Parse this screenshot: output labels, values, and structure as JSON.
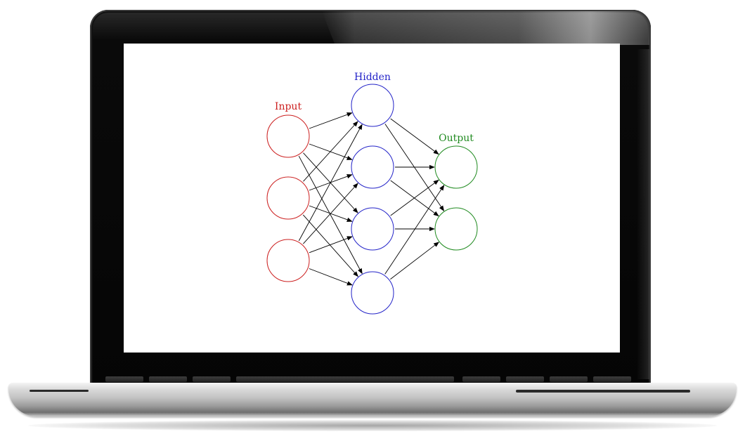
{
  "diagram": {
    "labels": {
      "input": "Input",
      "hidden": "Hidden",
      "output": "Output"
    },
    "layers": [
      {
        "key": "input",
        "nodes": 3,
        "color": "#cc1f1f"
      },
      {
        "key": "hidden",
        "nodes": 4,
        "color": "#2323c8"
      },
      {
        "key": "output",
        "nodes": 2,
        "color": "#1f8a1f"
      }
    ],
    "connections": "fully-connected"
  },
  "colors": {
    "input": "#cc1f1f",
    "hidden": "#2323c8",
    "output": "#1f8a1f",
    "edge": "#000000"
  }
}
